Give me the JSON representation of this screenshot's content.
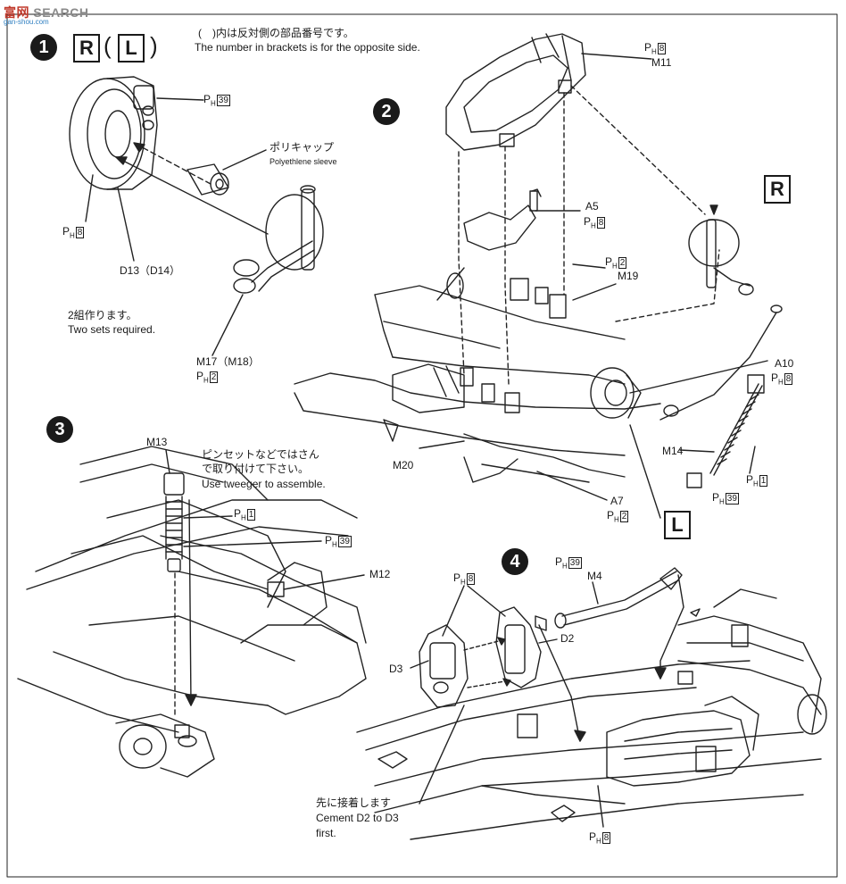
{
  "watermark": {
    "brand_a": "富",
    "brand_b": "网",
    "search": "SEARCH",
    "url": "gan-shou.com"
  },
  "note": {
    "jp": "(　)内は反対側の部品番号です。",
    "en": "The number in brackets is for the opposite side."
  },
  "step1": {
    "num": "1",
    "r": "R",
    "l": "L",
    "ph39": "39",
    "ph8": "8",
    "ph2": "2",
    "sleeve_jp": "ポリキャップ",
    "sleeve_en": "Polyethlene sleeve",
    "d13": "D13（D14）",
    "m17": "M17（M18）",
    "sets_jp": "2組作ります。",
    "sets_en": "Two sets required."
  },
  "step2": {
    "num": "2",
    "r": "R",
    "l": "L",
    "m11": "M11",
    "a5": "A5",
    "m19": "M19",
    "a10": "A10",
    "m14": "M14",
    "m20": "M20",
    "a7": "A7",
    "ph_m11": "8",
    "ph_a5": "8",
    "ph_m19": "2",
    "ph_a10": "8",
    "ph_m14": "1",
    "ph_m14b": "39",
    "ph_a7": "2"
  },
  "step3": {
    "num": "3",
    "m13": "M13",
    "m12": "M12",
    "ph1": "1",
    "ph39": "39",
    "tweezer_jp1": "ピンセットなどではさん",
    "tweezer_jp2": "で取り付けて下さい。",
    "tweezer_en": "Use tweeger to assemble."
  },
  "step4": {
    "num": "4",
    "ph39": "39",
    "m4": "M4",
    "ph8a": "8",
    "d2": "D2",
    "d3": "D3",
    "ph8b": "8",
    "cement_jp": "先に接着します",
    "cement_en1": "Cement D2 to D3",
    "cement_en2": "first."
  },
  "ph_prefix": "P"
}
